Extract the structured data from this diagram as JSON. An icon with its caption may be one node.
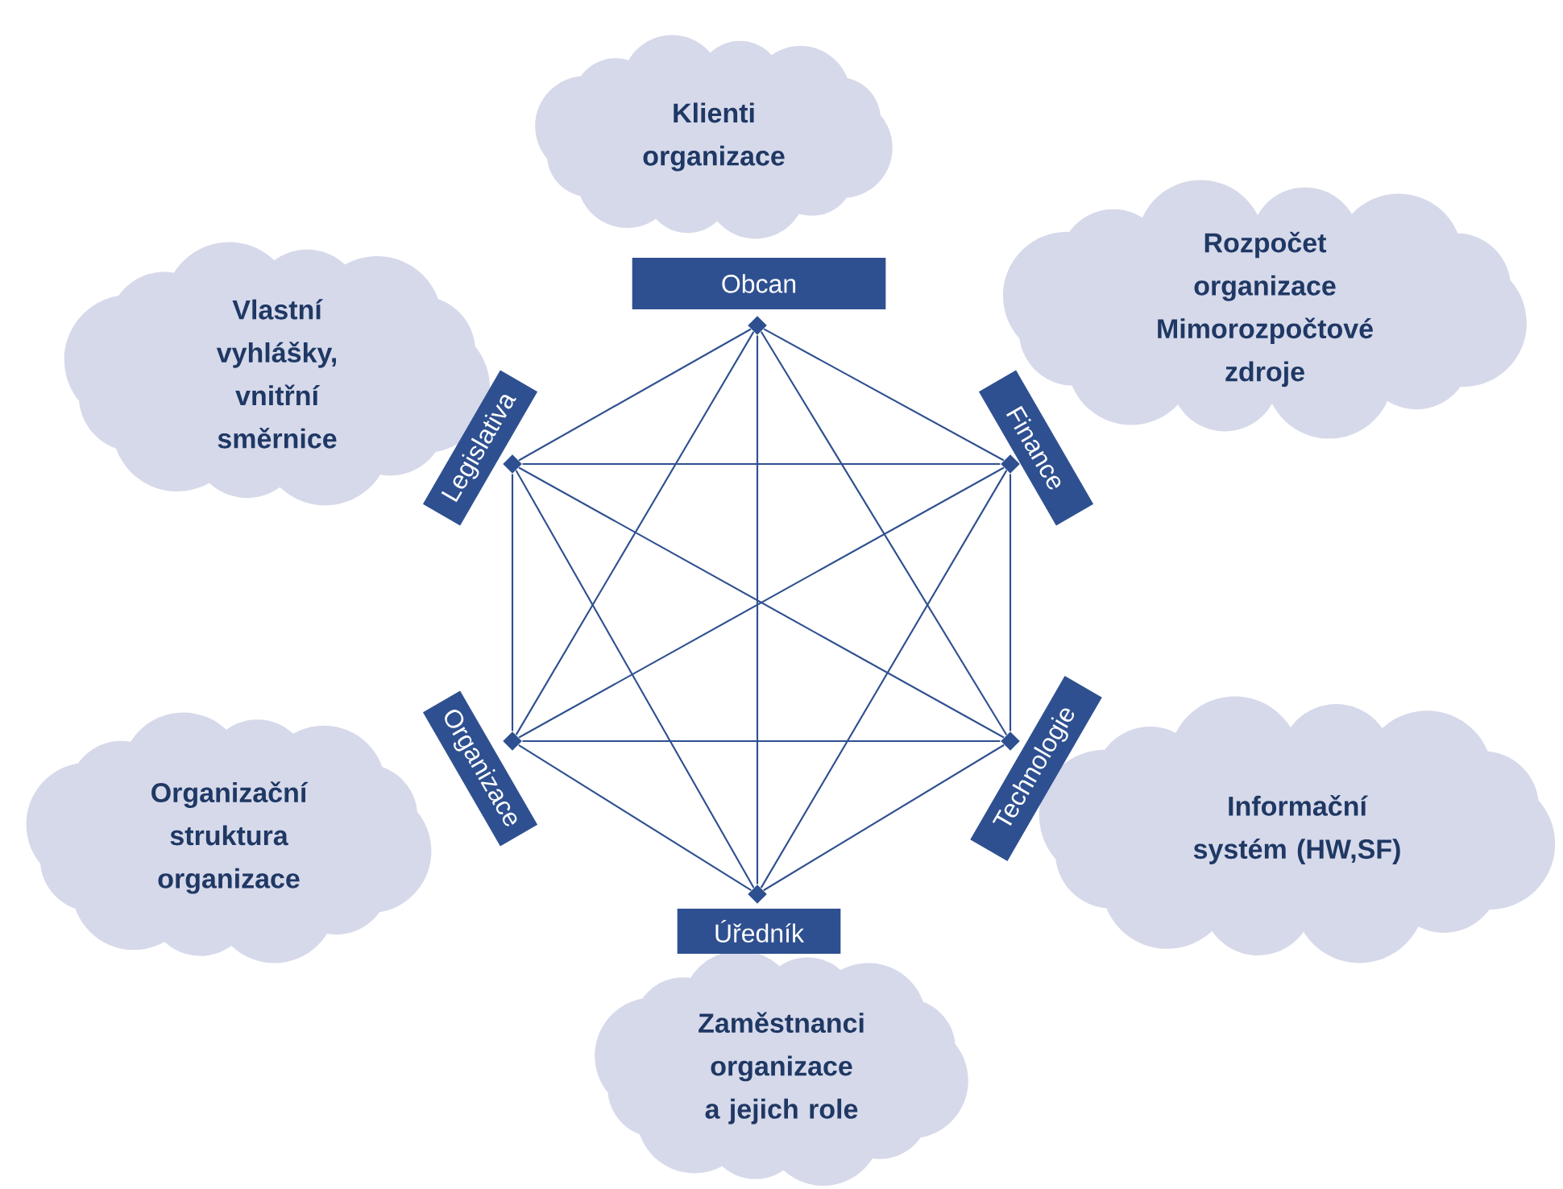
{
  "diagram": {
    "nodes": [
      {
        "text": [
          "Klienti organizace"
        ]
      },
      {
        "text": [
          "Obcan"
        ]
      },
      {
        "text": [
          "Rozpočet organizace Mimorozpočtové zdroje"
        ]
      },
      {
        "text": [
          "Vlastní vyhlášky, vnitřní směrnice"
        ]
      },
      {
        "text": [
          "Legislativa"
        ]
      },
      {
        "text": [
          "Finance"
        ]
      },
      {
        "text": [
          "Organizace"
        ]
      },
      {
        "text": [
          "Technologie"
        ]
      },
      {
        "text": [
          "Informační systém (HW,SF)"
        ]
      },
      {
        "text": [
          "Organizační struktura organizace"
        ]
      },
      {
        "text": [
          "Úředník"
        ]
      },
      {
        "text": [
          "Zaměstnanci organizace a jejich role"
        ]
      },
      {
        "text": [],
        "shape": "diamond"
      },
      {
        "text": [],
        "shape": "diamond"
      },
      {
        "text": [],
        "shape": "diamond"
      },
      {
        "text": [],
        "shape": "diamond"
      },
      {
        "text": [],
        "shape": "diamond"
      },
      {
        "text": [],
        "shape": "diamond"
      }
    ],
    "edges": [
      {
        "from": 12,
        "to": 13,
        "arrow": "none"
      },
      {
        "from": 12,
        "to": 14,
        "arrow": "none"
      },
      {
        "from": 12,
        "to": 15,
        "arrow": "none"
      },
      {
        "from": 12,
        "to": 16,
        "arrow": "none"
      },
      {
        "from": 12,
        "to": 17,
        "arrow": "none"
      },
      {
        "from": 13,
        "to": 14,
        "arrow": "none"
      },
      {
        "from": 13,
        "to": 15,
        "arrow": "none"
      },
      {
        "from": 13,
        "to": 16,
        "arrow": "none"
      },
      {
        "from": 13,
        "to": 17,
        "arrow": "none"
      },
      {
        "from": 14,
        "to": 15,
        "arrow": "none"
      },
      {
        "from": 14,
        "to": 16,
        "arrow": "none"
      },
      {
        "from": 14,
        "to": 17,
        "arrow": "none"
      },
      {
        "from": 15,
        "to": 16,
        "arrow": "none"
      },
      {
        "from": 15,
        "to": 17,
        "arrow": "none"
      },
      {
        "from": 16,
        "to": 17,
        "arrow": "none"
      }
    ]
  }
}
